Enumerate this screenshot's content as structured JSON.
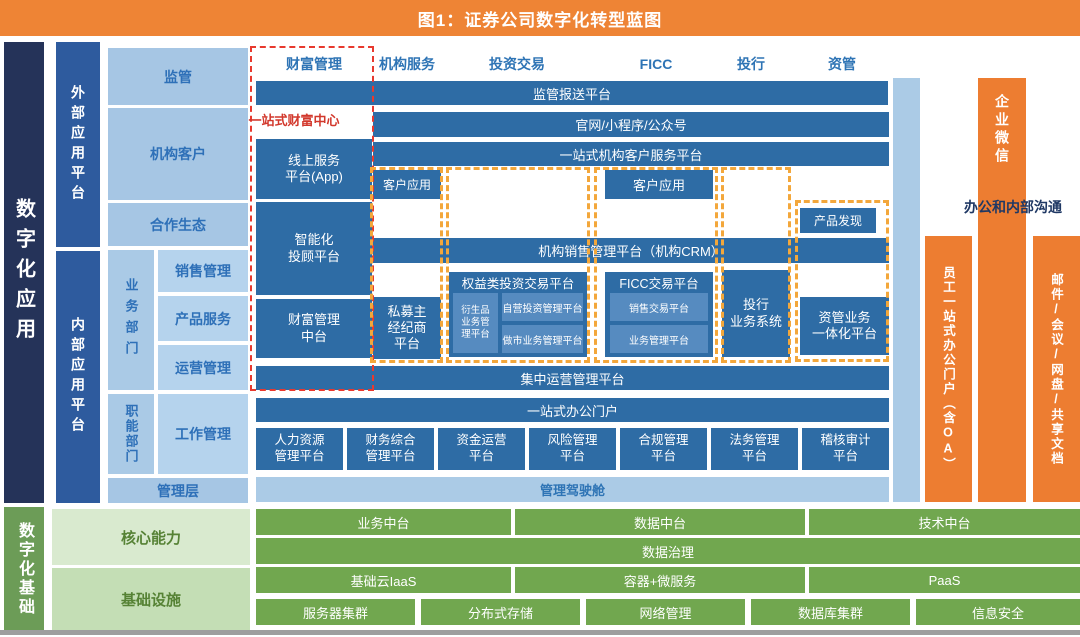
{
  "title": "图1：证券公司数字化转型蓝图",
  "colors": {
    "accent_orange": "#ED7D31",
    "dark_blue": "#2E6CA5",
    "navy": "#253359",
    "light_blue": "#A6C6E4",
    "sub_blue": "#568BC0",
    "green": "#71A74F",
    "light_green_core": "#D9EACF",
    "light_green_infra": "#C4DEB5",
    "dashed_red": "#E8392E",
    "dashed_orange": "#F3A73B"
  },
  "left": {
    "digital_app": "数字化应用",
    "digital_base": "数字化基础",
    "external_platform": "外部应用平台",
    "internal_platform": "内部应用平台",
    "regulator": "监管",
    "inst_client": "机构客户",
    "ecosystem": "合作生态",
    "biz_dept": "业务部门",
    "sales": "销售管理",
    "product": "产品服务",
    "ops": "运营管理",
    "func_dept": "职能部门",
    "work": "工作管理",
    "mgmt": "管理层"
  },
  "headers": [
    "财富管理",
    "机构服务",
    "投资交易",
    "FICC",
    "投行",
    "资管"
  ],
  "bars": {
    "reg_report": "监管报送平台",
    "portal_web": "官网/小程序/公众号",
    "inst_service": "一站式机构客户服务平台",
    "inst_crm": "机构销售管理平台（机构CRM）",
    "central_ops": "集中运营管理平台",
    "office_portal": "一站式办公门户",
    "cockpit": "管理驾驶舱"
  },
  "wealth": {
    "online": "线上服务\n平台(App)",
    "advisor": "智能化\n投顾平台",
    "mid": "财富管理\n中台"
  },
  "apps": {
    "customer_app": "客户应用",
    "private_broker": "私募主\n经纪商\n平台",
    "product_discovery": "产品发现",
    "ib_system": "投行\n业务系统",
    "asset_mgmt": "资管业务\n一体化平台"
  },
  "equity": {
    "title": "权益类投资交易平台",
    "derivatives": "衍生品\n业务管\n理平台",
    "prop": "自营投资管理平台",
    "market_making": "做市业务管理平台"
  },
  "ficc": {
    "title": "FICC交易平台",
    "sales": "销售交易平台",
    "mgmt": "业务管理平台"
  },
  "admin_row": [
    "人力资源\n管理平台",
    "财务综合\n管理平台",
    "资金运营\n平台",
    "风险管理\n平台",
    "合规管理\n平台",
    "法务管理\n平台",
    "稽核审计\n平台"
  ],
  "annotations": {
    "wealth_center": "一站式财富中心",
    "office_comm": "办公和内部沟通"
  },
  "right_bars": {
    "wechat": "企业微信",
    "staff_portal": "员工一站式办公门户（含OA）",
    "mail": "邮件/会议/网盘/共享文档"
  },
  "foundation": {
    "core_label": "核心能力",
    "infra_label": "基础设施",
    "mid_row": [
      "业务中台",
      "数据中台",
      "技术中台"
    ],
    "governance": "数据治理",
    "paas_row": [
      "基础云IaaS",
      "容器+微服务",
      "PaaS"
    ],
    "infra_row": [
      "服务器集群",
      "分布式存储",
      "网络管理",
      "数据库集群",
      "信息安全"
    ]
  }
}
